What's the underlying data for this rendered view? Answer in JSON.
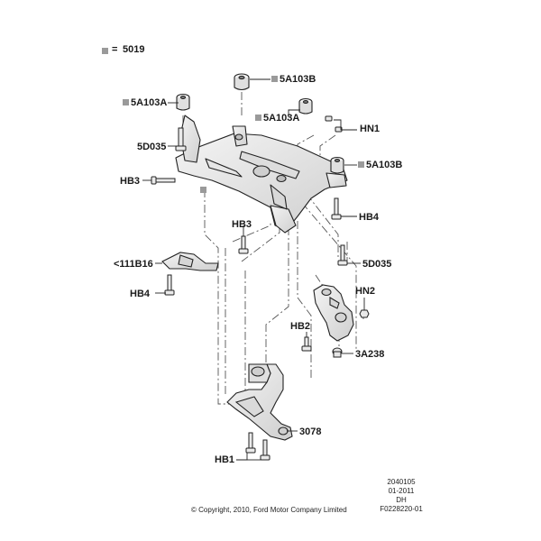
{
  "legend": {
    "marker": "gray-square",
    "eq": "=",
    "code": "5019"
  },
  "labels": {
    "l_5A103B_top": "5A103B",
    "l_5A103A_left": "5A103A",
    "l_5A103A_mid": "5A103A",
    "l_HN1": "HN1",
    "l_5D035_left": "5D035",
    "l_5A103B_right": "5A103B",
    "l_HB3_left": "HB3",
    "l_HB4_right": "HB4",
    "l_HB3_mid": "HB3",
    "l_5D035_right": "5D035",
    "l_111B16": "<111B16",
    "l_HB4_left": "HB4",
    "l_HN2": "HN2",
    "l_HB2": "HB2",
    "l_3A238": "3A238",
    "l_3078": "3078",
    "l_HB1": "HB1"
  },
  "reference": {
    "line1": "2040105",
    "line2": "01-2011",
    "line3": "DH",
    "line4": "F0228220-01"
  },
  "copyright": "© Copyright, 2010, Ford Motor Company Limited"
}
